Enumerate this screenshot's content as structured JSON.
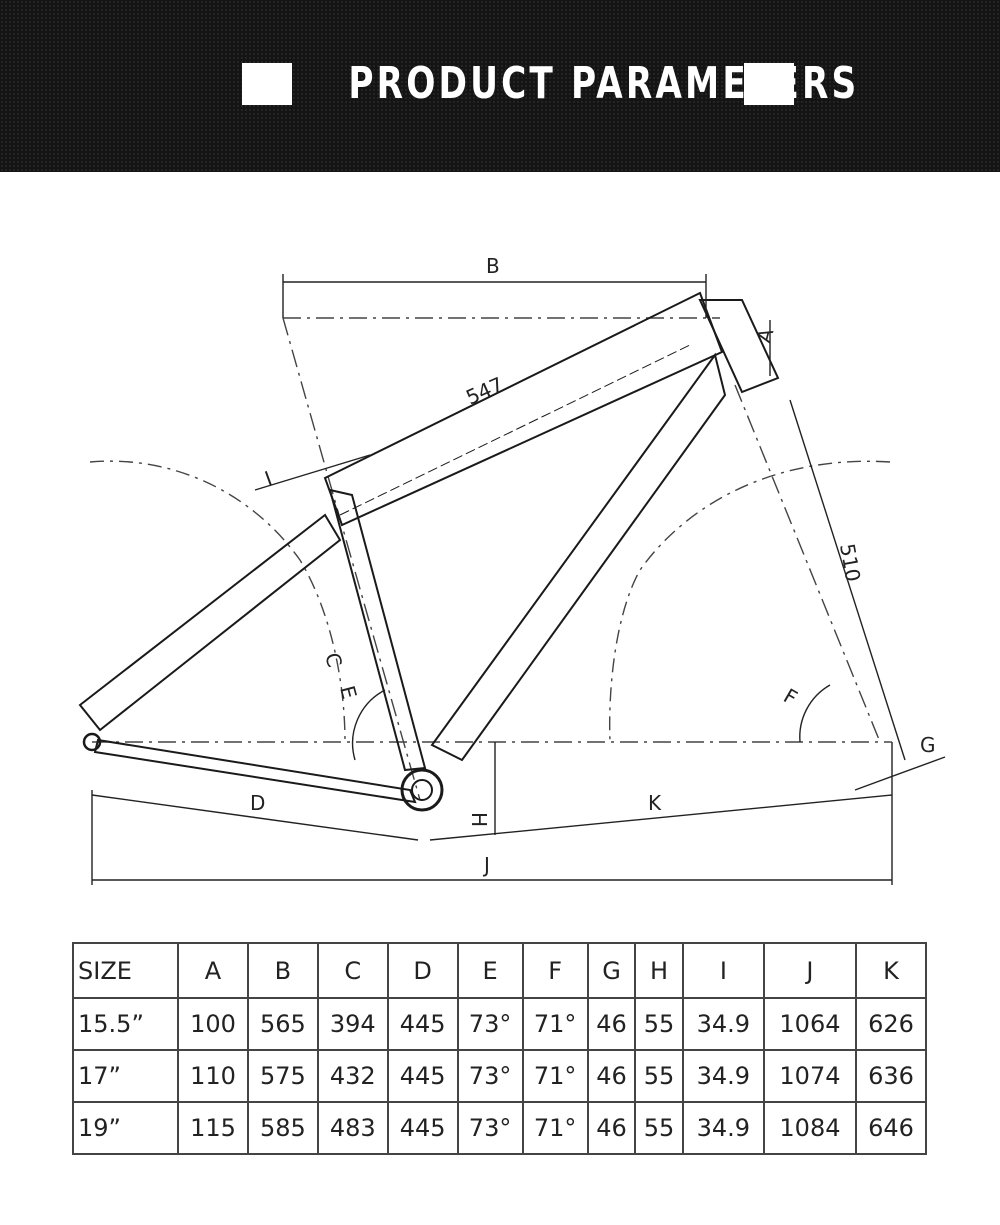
{
  "banner": {
    "title": "PRODUCT PARAMETERS"
  },
  "diagram": {
    "labels": {
      "A": "A",
      "B": "B",
      "C": "C",
      "D": "D",
      "E": "E",
      "F": "F",
      "G": "G",
      "H": "H",
      "I": "I",
      "J": "J",
      "K": "K"
    },
    "top_tube_length": "547",
    "head_to_axle_length": "510"
  },
  "table": {
    "headers": [
      "SIZE",
      "A",
      "B",
      "C",
      "D",
      "E",
      "F",
      "G",
      "H",
      "I",
      "J",
      "K"
    ],
    "rows": [
      [
        "15.5”",
        "100",
        "565",
        "394",
        "445",
        "73°",
        "71°",
        "46",
        "55",
        "34.9",
        "1064",
        "626"
      ],
      [
        "17”",
        "110",
        "575",
        "432",
        "445",
        "73°",
        "71°",
        "46",
        "55",
        "34.9",
        "1074",
        "636"
      ],
      [
        "19”",
        "115",
        "585",
        "483",
        "445",
        "73°",
        "71°",
        "46",
        "55",
        "34.9",
        "1084",
        "646"
      ]
    ]
  }
}
